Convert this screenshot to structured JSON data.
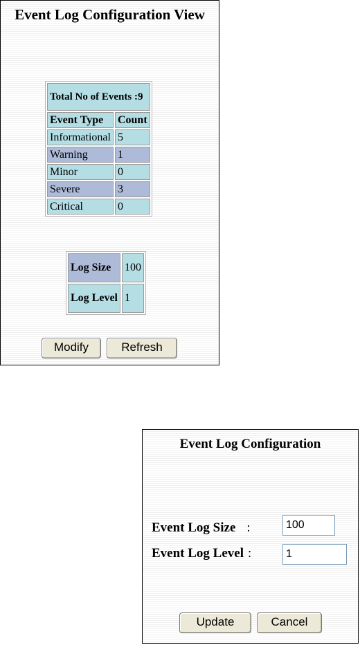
{
  "view": {
    "title": "Event Log Configuration View",
    "total_label": "Total No of Events :9",
    "col_event_type": "Event Type",
    "col_count": "Count",
    "rows": [
      {
        "type": "Informational",
        "count": "5"
      },
      {
        "type": "Warning",
        "count": "1"
      },
      {
        "type": "Minor",
        "count": "0"
      },
      {
        "type": "Severe",
        "count": "3"
      },
      {
        "type": "Critical",
        "count": "0"
      }
    ],
    "log_size_label": "Log Size",
    "log_size_value": "100",
    "log_level_label": "Log Level",
    "log_level_value": "1",
    "modify_label": "Modify",
    "refresh_label": "Refresh"
  },
  "config": {
    "title": "Event Log Configuration",
    "size_label": "Event Log Size",
    "size_colon": ":",
    "size_value": "100",
    "level_label": "Event Log Level",
    "level_colon": ":",
    "level_value": "1",
    "update_label": "Update",
    "cancel_label": "Cancel"
  },
  "colors": {
    "light_cell": "#b4dde4",
    "dark_cell": "#aebbd8",
    "button_face": "#ece9d8"
  }
}
